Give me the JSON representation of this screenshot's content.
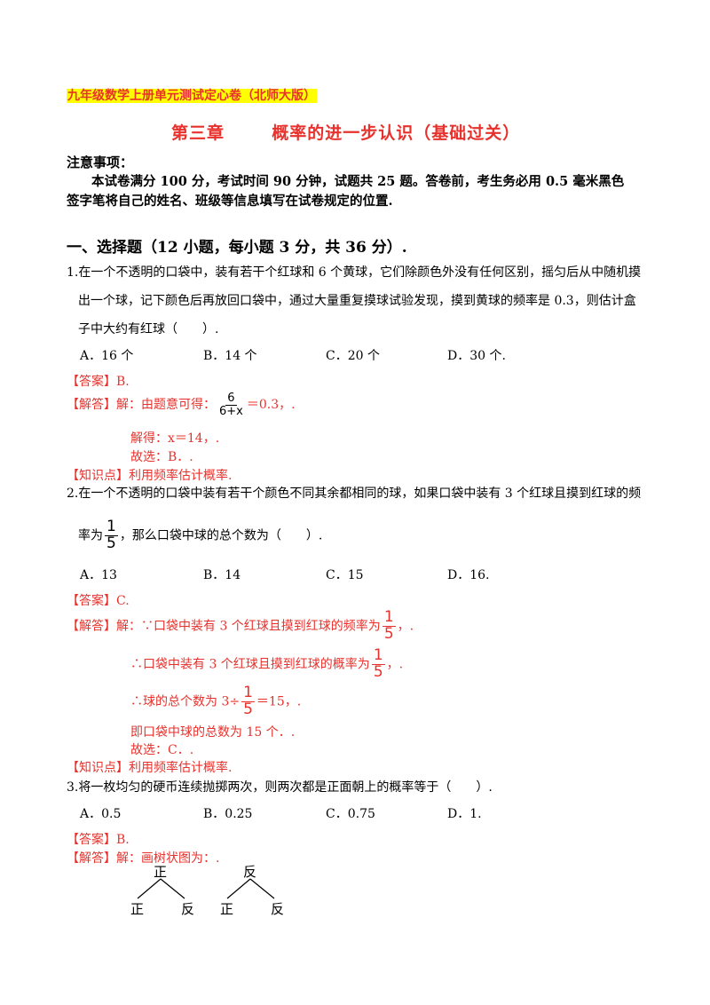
{
  "header": {
    "banner": "九年级数学上册单元测试定心卷（北师大版）",
    "chapter": "第三章",
    "chapter_title": "概率的进一步认识（基础过关）"
  },
  "notice": {
    "heading": "注意事项：",
    "line1": "本试卷满分 100 分，考试时间 90 分钟，试题共 25 题。答卷前，考生务必用 0.5 毫米黑色",
    "line2": "签字笔将自己的姓名、班级等信息填写在试卷规定的位置."
  },
  "section1": {
    "title": "一、选择题（12 小题，每小题 3 分，共 36 分）."
  },
  "q1": {
    "line1": "1.在一个不透明的口袋中，装有若干个红球和 6 个黄球，它们除颜色外没有任何区别，摇匀后从中随机摸",
    "line2": "出一个球，记下颜色后再放回口袋中，通过大量重复摸球试验发现，摸到黄球的频率是 0.3，则估计盒",
    "line3": "子中大约有红球（　　）.",
    "options": [
      "A．16 个",
      "B．14 个",
      "C．20 个",
      "D．30 个."
    ],
    "answer_tag": "【答案】",
    "answer": "B.",
    "analysis_tag": "【解答】",
    "analysis_prefix": "解：由题意可得：",
    "frac_num": "6",
    "frac_den": "6+x",
    "analysis_suffix": "＝0.3，.",
    "solve": "解得：x＝14，.",
    "choose": "故选：B．.",
    "kp_tag": "【知识点】",
    "kp": "利用频率估计概率."
  },
  "q2": {
    "line1": "2.在一个不透明的口袋中装有若干个颜色不同其余都相同的球，如果口袋中装有 3 个红球且摸到红球的频",
    "line2_prefix": "率为",
    "frac_num": "1",
    "frac_den": "5",
    "line2_suffix": "，那么口袋中球的总个数为（　　）.",
    "options": [
      "A．13",
      "B．14",
      "C．15",
      "D．16."
    ],
    "answer_tag": "【答案】",
    "answer": "C.",
    "analysis_tag": "【解答】",
    "s1_prefix": "解：∵口袋中装有 3 个红球且摸到红球的频率为",
    "s1_suffix": "，.",
    "s2_prefix": "∴口袋中装有 3 个红球且摸到红球的概率为",
    "s2_suffix": "，.",
    "s3_prefix": "∴球的总个数为 3÷",
    "s3_suffix": "＝15，.",
    "s4": "即口袋中球的总数为 15 个．.",
    "s5": "故选：C．.",
    "kp_tag": "【知识点】",
    "kp": "利用频率估计概率."
  },
  "q3": {
    "line1": "3.将一枚均匀的硬币连续抛掷两次，则两次都是正面朝上的概率等于（　　）.",
    "options": [
      "A．0.5",
      "B．0.25",
      "C．0.75",
      "D．1."
    ],
    "answer_tag": "【答案】",
    "answer": "B.",
    "analysis_tag": "【解答】",
    "analysis": "解：画树状图为：.",
    "tree": {
      "root1": "正",
      "root2": "反",
      "leaf1": "正",
      "leaf2": "反",
      "leaf3": "正",
      "leaf4": "反"
    }
  }
}
